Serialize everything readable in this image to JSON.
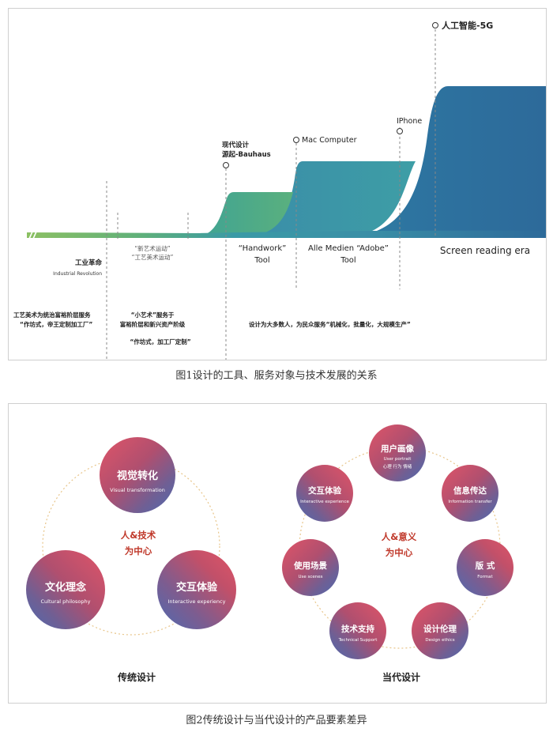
{
  "figure1": {
    "caption": "图1设计的工具、服务对象与技术发展的关系",
    "milestones": {
      "ai5g": "人工智能-5G",
      "iphone": "IPhone",
      "mac": "Mac Computer",
      "bauhaus_line1": "现代设计",
      "bauhaus_line2": "源起-Bauhaus"
    },
    "era_labels": {
      "handwork_line1": "“Handwork”",
      "handwork_line2": "Tool",
      "adobe_line1": "Alle Medien  “Adobe”",
      "adobe_line2": "Tool",
      "screen": "Screen reading era"
    },
    "industrial": {
      "cn": "工业革命",
      "en": "Industrial Revolution"
    },
    "movements": {
      "line1": "“新艺术运动”",
      "line2": "“工艺美术运动”"
    },
    "notes": {
      "craft_line1": "工艺美术为统治富裕阶层服务",
      "craft_line2": "“作坊式，帝王定制加工厂”",
      "small_line1": "“小艺术”服务于",
      "small_line2": "富裕阶层和新兴资产阶级",
      "small_line3": "“作坊式，加工厂定制”",
      "mass": "设计为大多数人，为民众服务“机械化，批量化，大规模生产”"
    }
  },
  "figure2": {
    "caption": "图2传统设计与当代设计的产品要素差异",
    "traditional": {
      "title": "传统设计",
      "center_line1": "人&技术",
      "center_line2": "为中心",
      "nodes": [
        {
          "cn": "视觉转化",
          "en": "Visual transformation"
        },
        {
          "cn": "文化理念",
          "en": "Cultural philosophy"
        },
        {
          "cn": "交互体验",
          "en": "Interactive experiency"
        }
      ]
    },
    "contemporary": {
      "title": "当代设计",
      "center_line1": "人&意义",
      "center_line2": "为中心",
      "nodes": [
        {
          "cn": "用户画像",
          "en": "User portrait",
          "extra": "心理  行为  情绪"
        },
        {
          "cn": "信息传达",
          "en": "Information transfer"
        },
        {
          "cn": "版    式",
          "en": "Format"
        },
        {
          "cn": "设计伦理",
          "en": "Design ethics"
        },
        {
          "cn": "技术支持",
          "en": "Technical Support"
        },
        {
          "cn": "使用场景",
          "en": "Use scenes"
        },
        {
          "cn": "交互体验",
          "en": "Interactive experience"
        }
      ]
    }
  },
  "colors": {
    "teal": "#3a98a8",
    "green": "#7db85a",
    "blue": "#2d6a9a",
    "accent_red": "#c0392b",
    "dashed": "#888888"
  }
}
